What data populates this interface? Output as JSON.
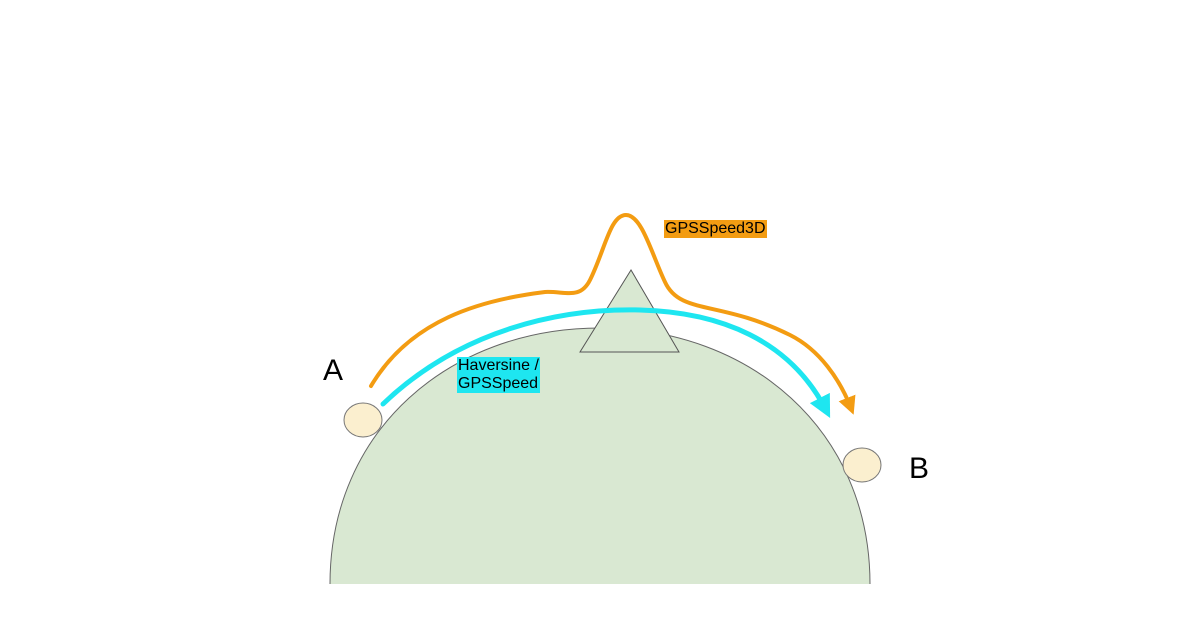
{
  "labels": {
    "point_a": "A",
    "point_b": "B",
    "gps_speed_3d": "GPSSpeed3D",
    "haversine_line1": "Haversine /",
    "haversine_line2": "GPSSpeed"
  },
  "colors": {
    "background": "#ffffff",
    "earth_fill": "#d9e8d2",
    "earth_stroke": "#666666",
    "mountain_fill": "#d9e8d2",
    "mountain_stroke": "#555555",
    "endpoint_fill": "#fbefcf",
    "endpoint_stroke": "#777777",
    "gps_speed_3d_path": "#f39c12",
    "haversine_path": "#1ee6f0",
    "gps_speed_3d_tag_bg": "#f39c12",
    "haversine_tag_bg": "#1ee6f0"
  }
}
